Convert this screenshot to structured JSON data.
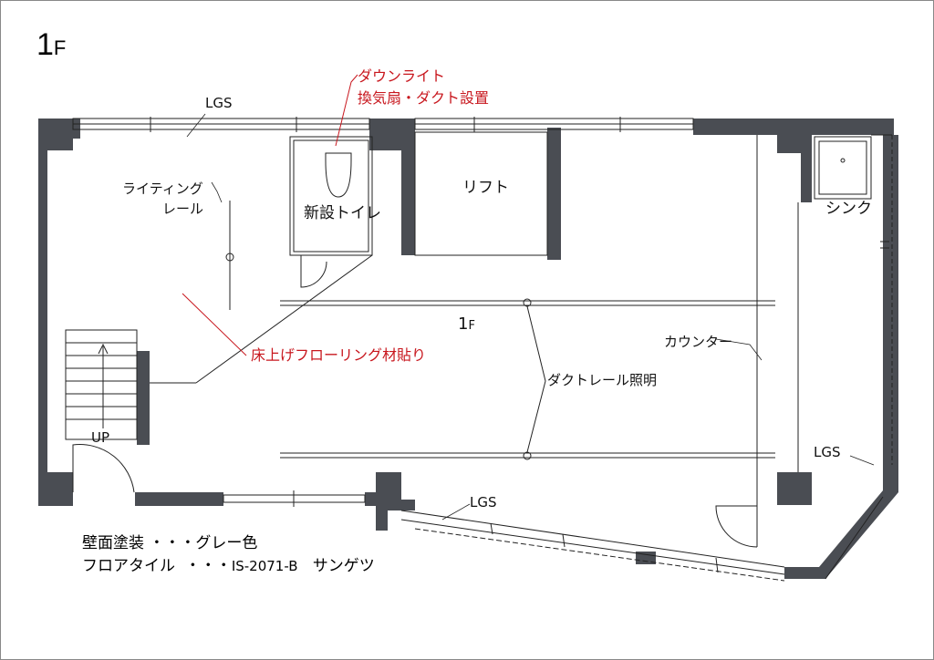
{
  "title": {
    "main": "1",
    "sub": "F"
  },
  "labels": {
    "lgs_top": "LGS",
    "lgs_right": "LGS",
    "lgs_bottom": "LGS",
    "downlight_1": "ダウンライト",
    "downlight_2": "換気扇・ダクト設置",
    "lighting_rail_1": "ライティング",
    "lighting_rail_2": "レール",
    "toilet": "新設トイレ",
    "lift": "リフト",
    "sink": "シンク",
    "floor_center_main": "1",
    "floor_center_sub": "F",
    "flooring": "床上げフローリング材貼り",
    "duct_rail": "ダクトレール照明",
    "counter": "カウンター",
    "stairs_up": "UP"
  },
  "legend": [
    {
      "item": "壁面塗装",
      "dots": "・・・",
      "value": "グレー色",
      "maker": ""
    },
    {
      "item": "フロアタイル",
      "dots": "・・・",
      "value": "IS-2071-B",
      "maker": "サンゲツ"
    }
  ],
  "colors": {
    "wall": "#4a4d53",
    "annotation": "#c8171e",
    "line": "#222222"
  }
}
